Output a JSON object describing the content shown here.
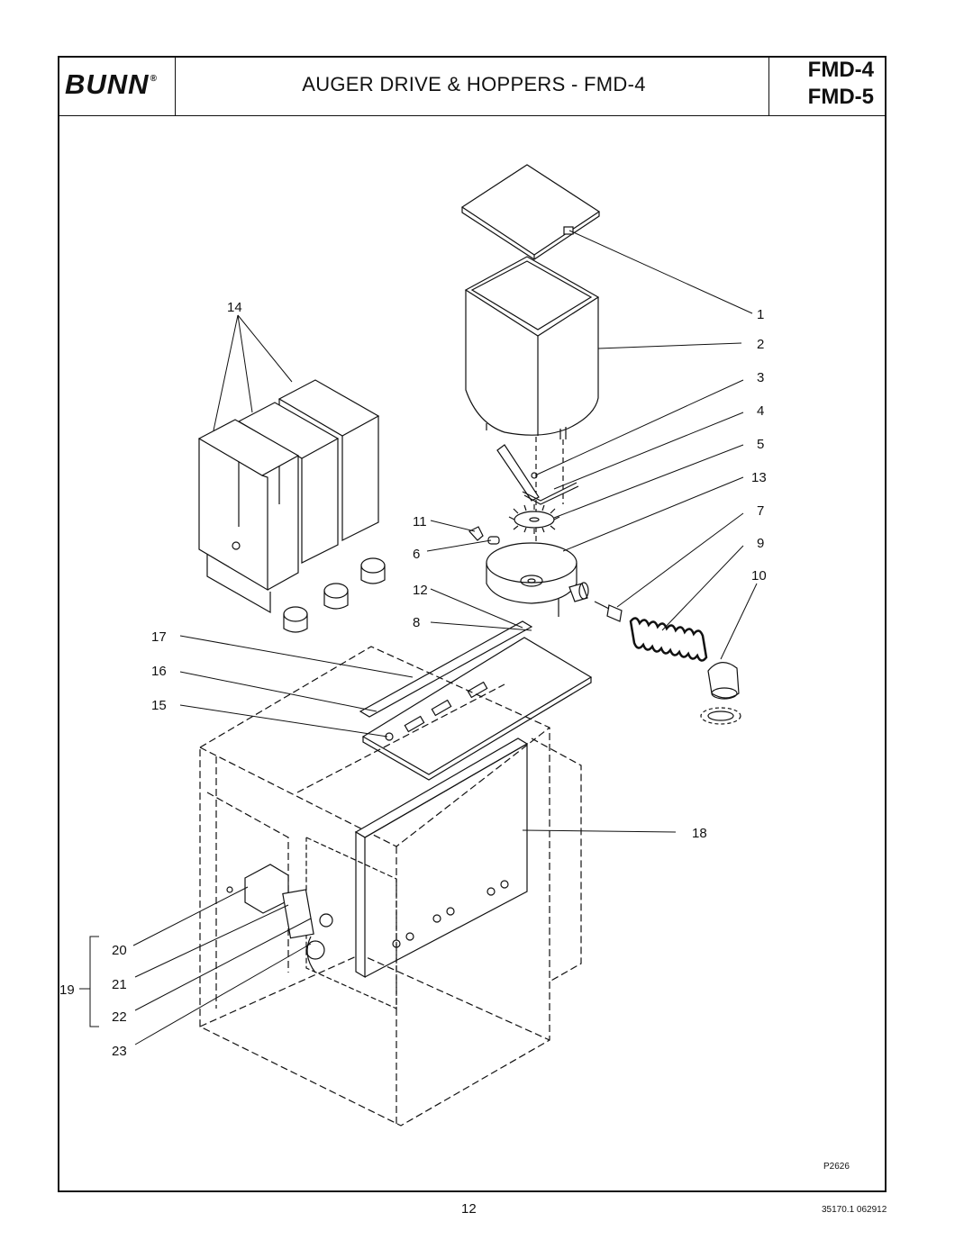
{
  "header": {
    "brand": "BUNN",
    "registered": "®",
    "title": "AUGER DRIVE & HOPPERS - FMD-4",
    "model_primary": "FMD-4",
    "model_secondary": "FMD-5"
  },
  "callouts": {
    "c1": "1",
    "c2": "2",
    "c3": "3",
    "c4": "4",
    "c5": "5",
    "c6": "6",
    "c7": "7",
    "c8": "8",
    "c9": "9",
    "c10": "10",
    "c11": "11",
    "c12": "12",
    "c13": "13",
    "c14": "14",
    "c15": "15",
    "c16": "16",
    "c17": "17",
    "c18": "18",
    "c19": "19",
    "c20": "20",
    "c21": "21",
    "c22": "22",
    "c23": "23"
  },
  "footer": {
    "figure_id": "P2626",
    "page_number": "12",
    "doc_number": "35170.1 062912"
  }
}
